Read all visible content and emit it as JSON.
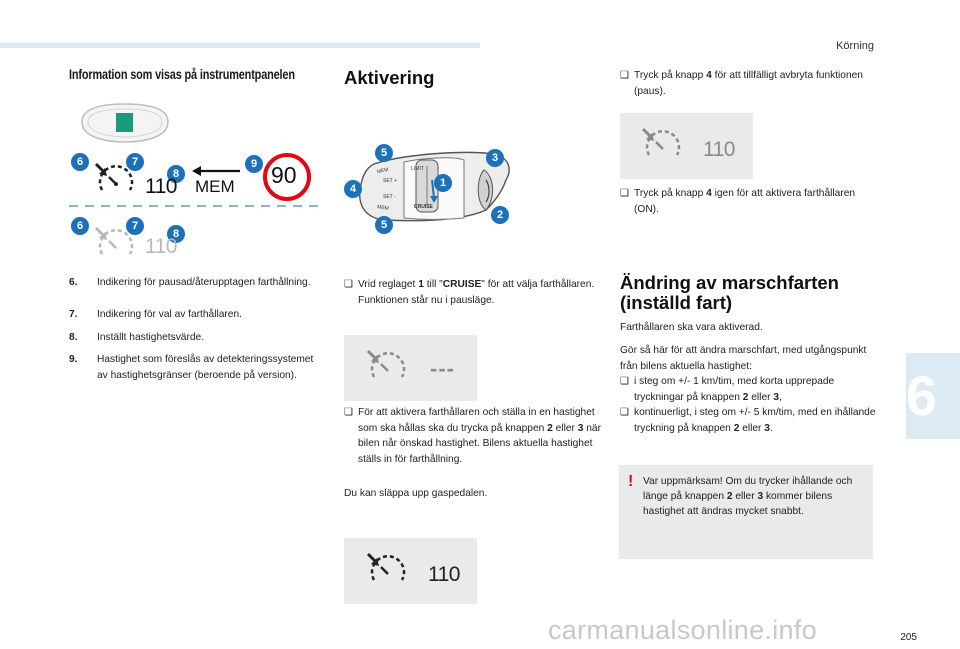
{
  "header": {
    "section": "Körning"
  },
  "chapter_tab": "6",
  "page_number": "205",
  "watermark": "carmanualsonline.info",
  "colors": {
    "accent": "#1d71b8",
    "band": "#dbeaf3",
    "panel": "#e9eaeb",
    "warning": "#e30613"
  },
  "left": {
    "heading": "Information som visas på instrumentpanelen",
    "figure": {
      "badges": [
        "6",
        "7",
        "8",
        "9",
        "6",
        "7",
        "8"
      ],
      "speed_set": "110",
      "mem_label": "MEM",
      "sign_value": "90",
      "speed_paused": "110"
    },
    "items": [
      {
        "num": "6.",
        "text": "Indikering för pausad/återupptagen farthållning."
      },
      {
        "num": "7.",
        "text": "Indikering för val av farthållaren."
      },
      {
        "num": "8.",
        "text": "Inställt hastighetsvärde."
      },
      {
        "num": "9.",
        "text": "Hastighet som föreslås av detekteringssystemet av hastighetsgränser (beroende på version)."
      }
    ]
  },
  "middle": {
    "heading": "Aktivering",
    "stalk_badges": [
      "5",
      "3",
      "1",
      "4",
      "2",
      "5"
    ],
    "stalk_labels": {
      "mem": "MEM",
      "set_plus": "SET +",
      "set_minus": "SET -",
      "lim": "LIMIT",
      "cruise": "CRUISE",
      "mem2": "MEM"
    },
    "b1_pre": "Vrid reglaget ",
    "b1_num": "1",
    "b1_mid": " till \"",
    "b1_bold": "CRUISE",
    "b1_post": "\" för att välja farthållaren. Funktionen står nu i pausläge.",
    "panel1_text": "---",
    "b2_a": "För att aktivera farthållaren och ställa in en hastighet som ska hållas ska du trycka på knappen ",
    "b2_n1": "2",
    "b2_b": " eller ",
    "b2_n2": "3",
    "b2_c": " när bilen når önskad hastighet. Bilens aktuella hastighet ställs in för farthållning.",
    "release": "Du kan släppa upp gaspedalen.",
    "panel2_text": "110"
  },
  "right": {
    "b1_a": "Tryck på knapp ",
    "b1_n": "4",
    "b1_b": " för att tillfälligt avbryta funktionen (paus).",
    "panel_text": "110",
    "b2_a": "Tryck på knapp ",
    "b2_n": "4",
    "b2_b": " igen för att aktivera farthållaren (ON).",
    "heading": "Ändring av marschfarten (inställd fart)",
    "p1": "Farthållaren ska vara aktiverad.",
    "p2": "Gör så här för att ändra marschfart, med utgångspunkt från bilens aktuella hastighet:",
    "l1_a": "i steg om +/- 1 km/tim, med korta upprepade tryckningar på knappen ",
    "l1_n1": "2",
    "l1_b": " eller ",
    "l1_n2": "3",
    "l1_c": ",",
    "l2_a": "kontinuerligt, i steg om +/- 5 km/tim, med en ihållande tryckning på knappen ",
    "l2_n1": "2",
    "l2_b": " eller ",
    "l2_n2": "3",
    "l2_c": ".",
    "warning_bang": "!",
    "warning_a": "Var uppmärksam! Om du trycker ihållande och länge på knappen ",
    "warning_n1": "2",
    "warning_b": " eller ",
    "warning_n2": "3",
    "warning_c": " kommer bilens hastighet att ändras mycket snabbt.",
    "bullet_mark": "❑"
  }
}
